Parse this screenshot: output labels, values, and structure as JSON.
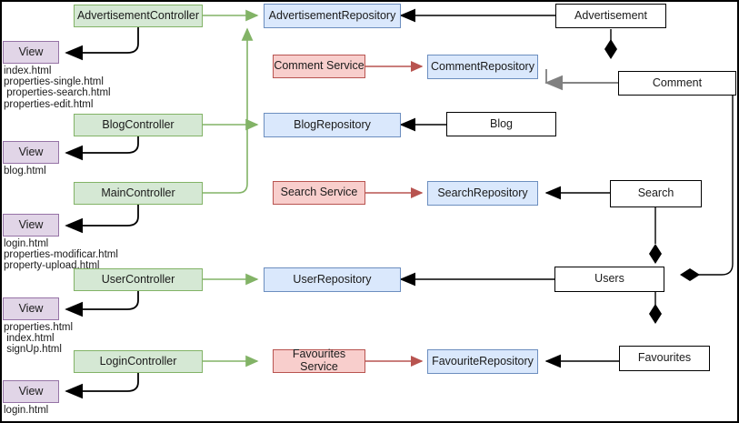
{
  "diagram": {
    "title": "Spring MVC layered architecture diagram",
    "colors": {
      "controller_fill": "#d5e8d4",
      "controller_stroke": "#82b366",
      "repository_fill": "#dae8fc",
      "repository_stroke": "#6c8ebf",
      "service_fill": "#f8cecc",
      "service_stroke": "#b85450",
      "view_fill": "#e1d5e7",
      "view_stroke": "#9673a6",
      "entity_fill": "#ffffff",
      "entity_stroke": "#000000",
      "edge_black": "#000000",
      "edge_gray": "#808080"
    },
    "controllers": [
      {
        "id": "advertisement-controller",
        "label": "AdvertisementController"
      },
      {
        "id": "blog-controller",
        "label": "BlogController"
      },
      {
        "id": "main-controller",
        "label": "MainController"
      },
      {
        "id": "user-controller",
        "label": "UserController"
      },
      {
        "id": "login-controller",
        "label": "LoginController"
      }
    ],
    "services": [
      {
        "id": "comment-service",
        "label": "Comment Service"
      },
      {
        "id": "search-service",
        "label": "Search Service"
      },
      {
        "id": "favourites-service",
        "label": "Favourites Service"
      }
    ],
    "repositories": [
      {
        "id": "advertisement-repository",
        "label": "AdvertisementRepository"
      },
      {
        "id": "comment-repository",
        "label": "CommentRepository"
      },
      {
        "id": "blog-repository",
        "label": "BlogRepository"
      },
      {
        "id": "search-repository",
        "label": "SearchRepository"
      },
      {
        "id": "user-repository",
        "label": "UserRepository"
      },
      {
        "id": "favourite-repository",
        "label": "FavouriteRepository"
      }
    ],
    "entities": [
      {
        "id": "advertisement-entity",
        "label": "Advertisement"
      },
      {
        "id": "comment-entity",
        "label": "Comment"
      },
      {
        "id": "blog-entity",
        "label": "Blog"
      },
      {
        "id": "search-entity",
        "label": "Search"
      },
      {
        "id": "users-entity",
        "label": "Users"
      },
      {
        "id": "favourites-entity",
        "label": "Favourites"
      }
    ],
    "views": [
      {
        "id": "view-advertisement",
        "label": "View",
        "files": "index.html\nproperties-single.html\n properties-search.html\nproperties-edit.html"
      },
      {
        "id": "view-blog",
        "label": "View",
        "files": "blog.html"
      },
      {
        "id": "view-main",
        "label": "View",
        "files": "login.html\nproperties-modificar.html\nproperty-upload.html"
      },
      {
        "id": "view-user",
        "label": "View",
        "files": "properties.html\n index.html\n signUp.html"
      },
      {
        "id": "view-login",
        "label": "View",
        "files": "login.html"
      }
    ]
  }
}
